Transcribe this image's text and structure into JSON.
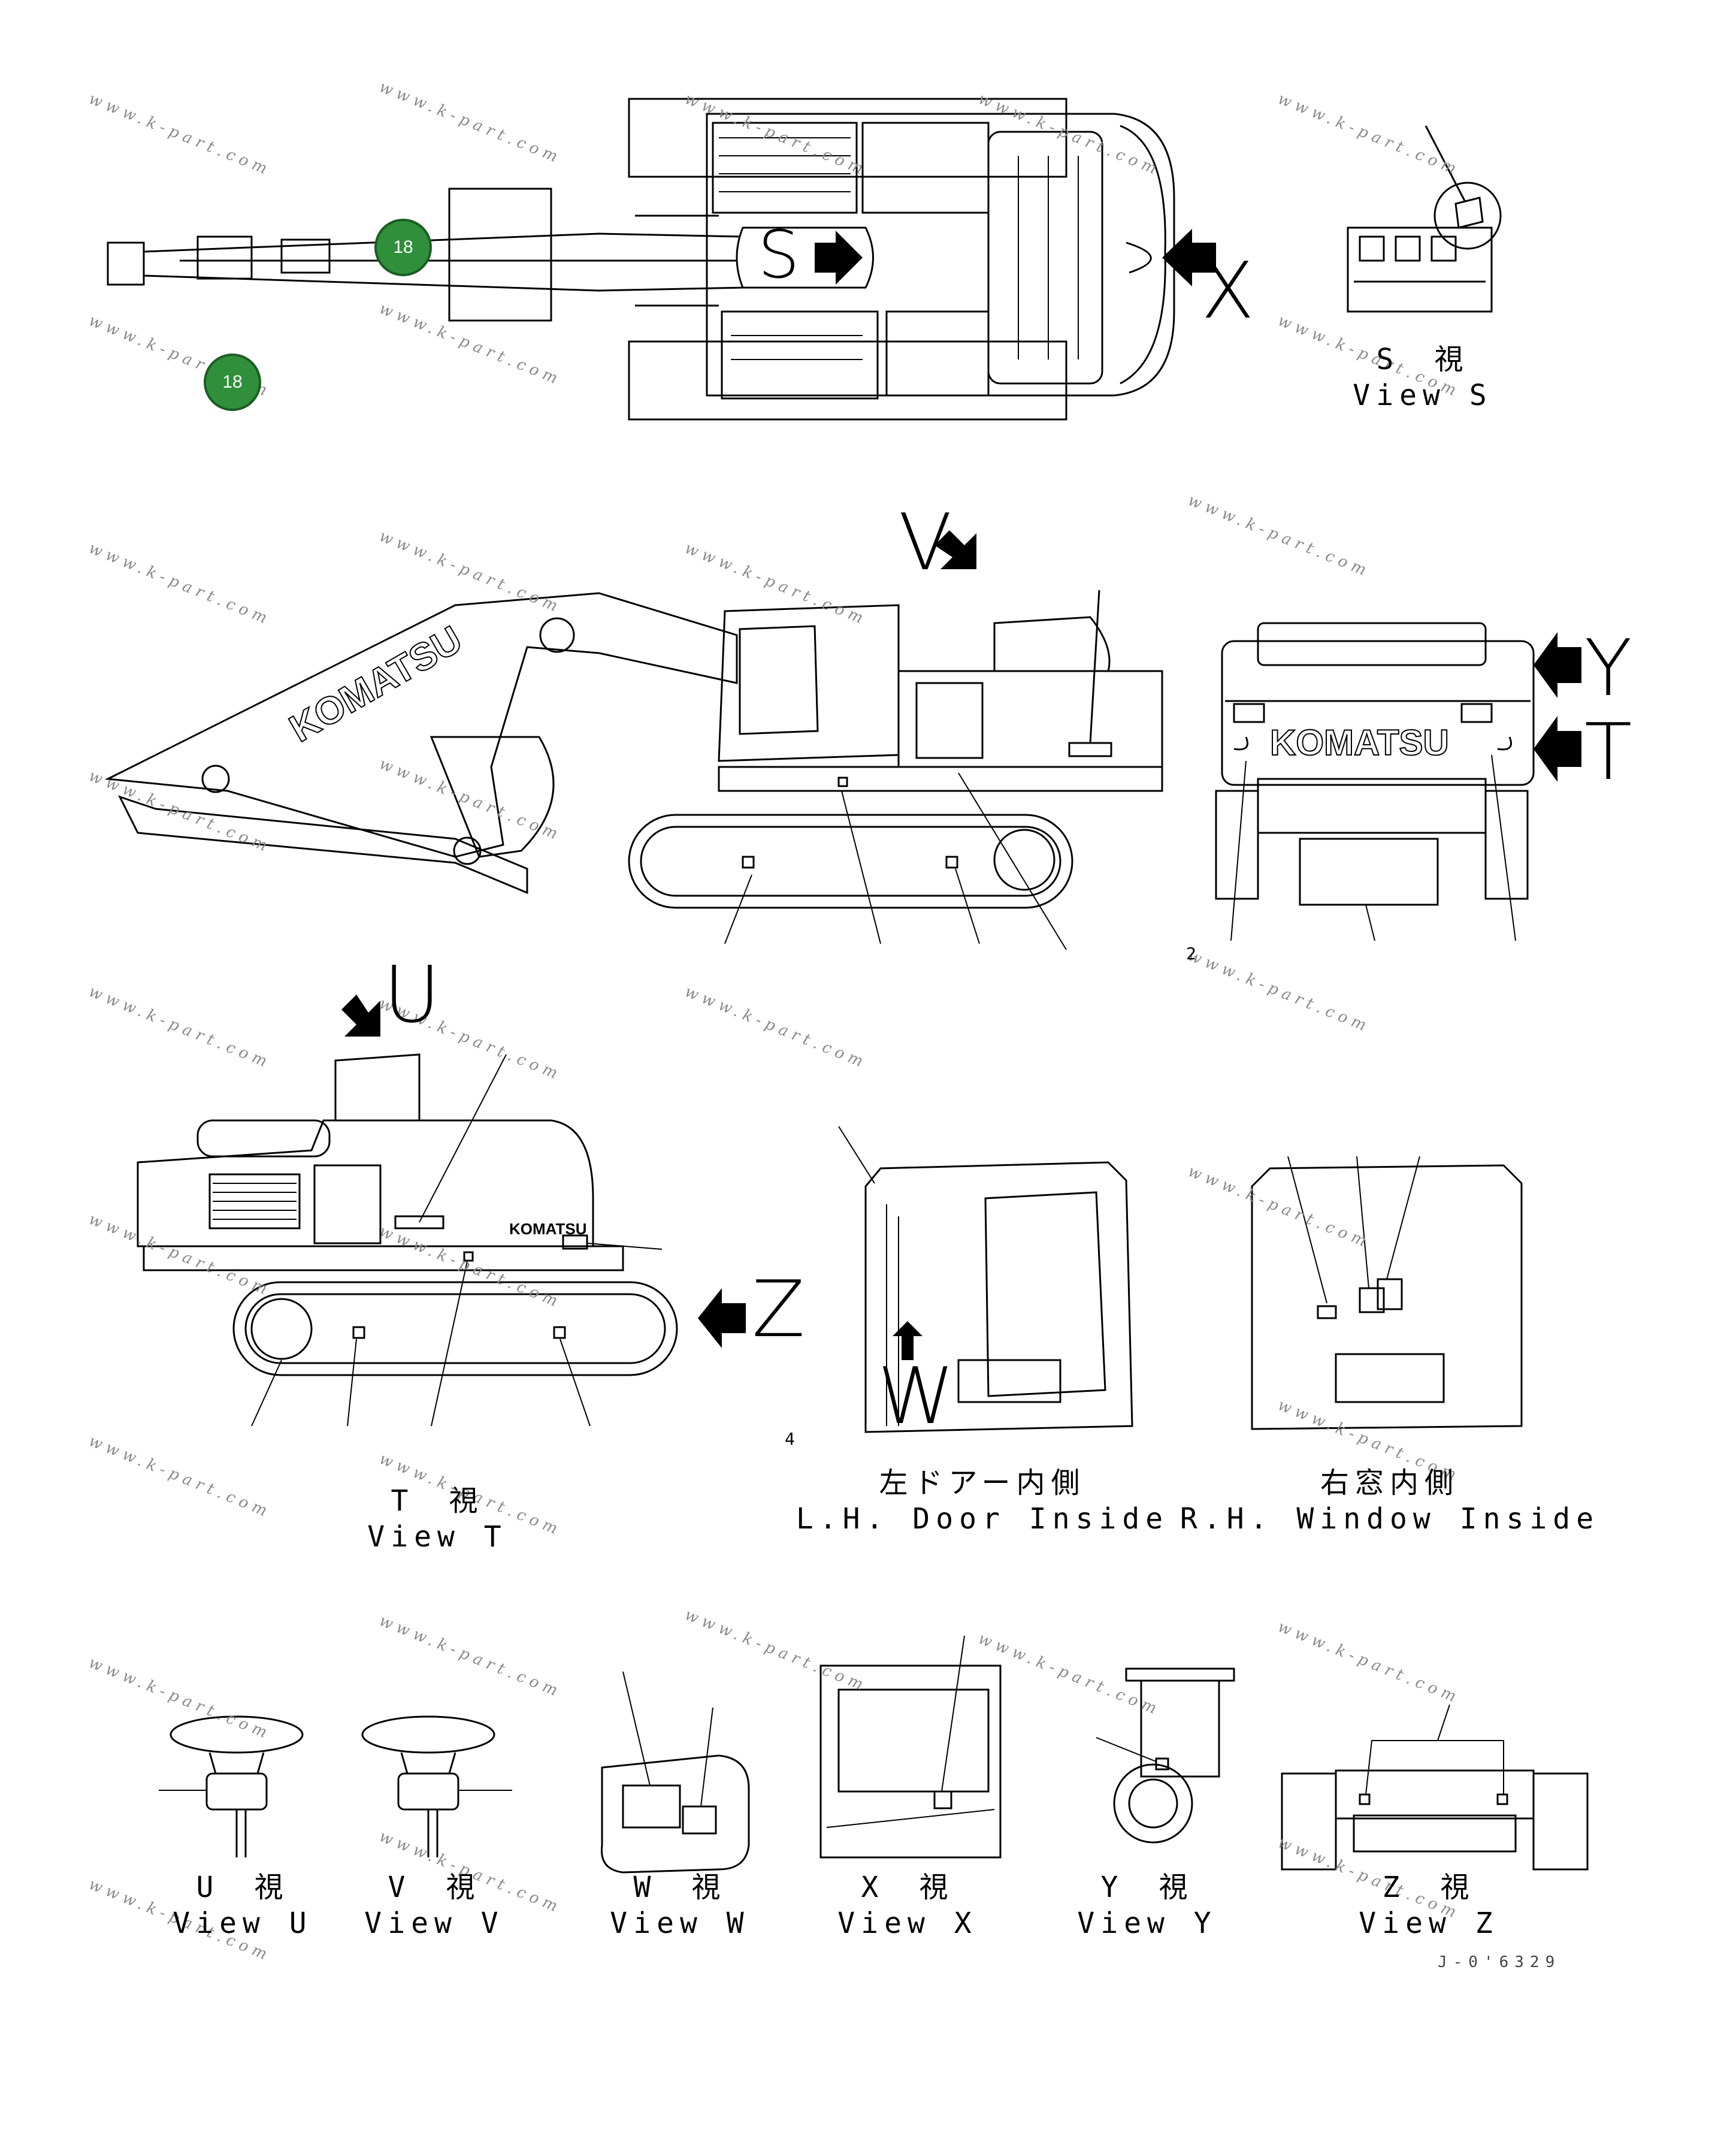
{
  "callouts": [
    "18",
    "18"
  ],
  "watermark": "www.k-part.com",
  "view_letters": {
    "s": "S",
    "x": "X",
    "v": "V",
    "y": "Y",
    "t": "T",
    "u": "U",
    "z": "Z",
    "w": "W"
  },
  "small_numbers": {
    "n2": "2",
    "n4": "4"
  },
  "captions": {
    "view_s": {
      "jp": "S　視",
      "en": "View S"
    },
    "view_t": {
      "jp": "T　視",
      "en": "View T"
    },
    "lh_door": {
      "jp": "左ドアー内側",
      "en": "L.H. Door Inside"
    },
    "rh_window": {
      "jp": "右窓内側",
      "en": "R.H. Window Inside"
    },
    "view_u": {
      "jp": "U　視",
      "en": "View U"
    },
    "view_v": {
      "jp": "V　視",
      "en": "View V"
    },
    "view_w": {
      "jp": "W　視",
      "en": "View W"
    },
    "view_x": {
      "jp": "X　視",
      "en": "View X"
    },
    "view_y": {
      "jp": "Y　視",
      "en": "View Y"
    },
    "view_z": {
      "jp": "Z　視",
      "en": "View Z"
    }
  },
  "brand": "KOMATSU",
  "drawing_number": "J-0'6329",
  "colors": {
    "callout": "#2f8f3a",
    "line": "#000000",
    "watermark": "#8a8a8a"
  }
}
